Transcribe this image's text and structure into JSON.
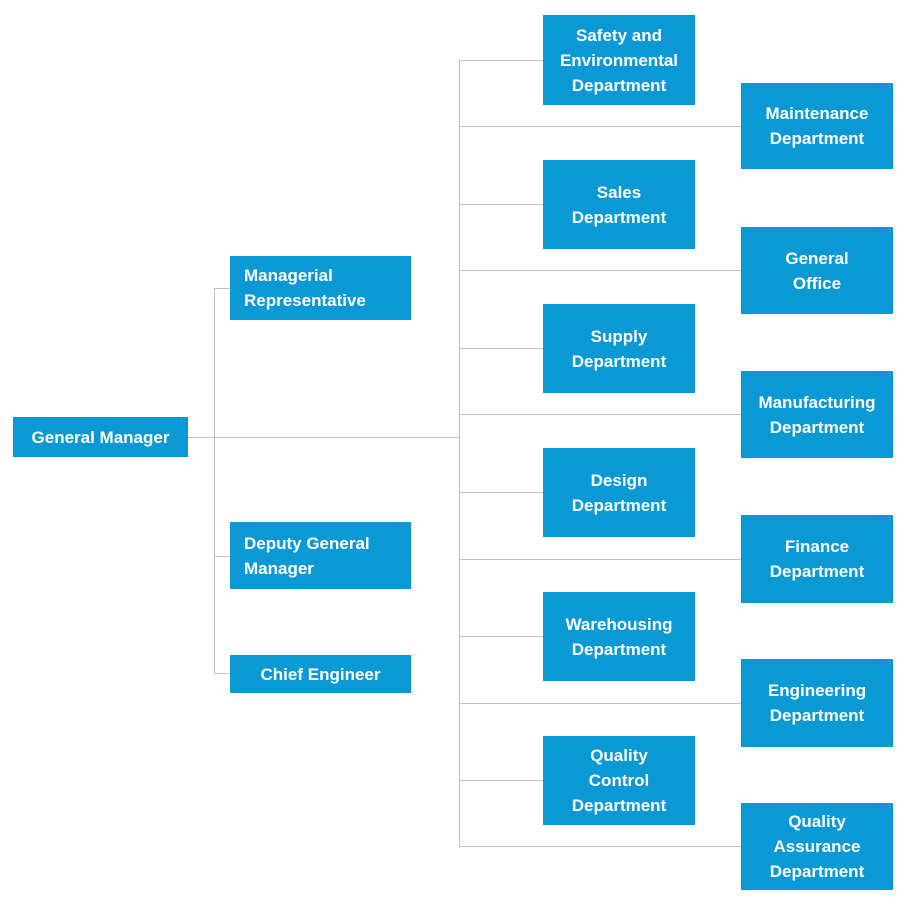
{
  "diagram": {
    "type": "organizational-chart",
    "colors": {
      "node-fill": "#0B99D6",
      "node-text": "#FFFFFF",
      "connector": "#C0C0C0",
      "background": "#FFFFFF"
    },
    "nodes": {
      "general_manager": {
        "label": "General Manager"
      },
      "managerial_representative": {
        "label": "Managerial\nRepresentative"
      },
      "deputy_general_manager": {
        "label": "Deputy General\nManager"
      },
      "chief_engineer": {
        "label": "Chief Engineer"
      },
      "safety_environmental": {
        "label": "Safety and\nEnvironmental\nDepartment"
      },
      "maintenance": {
        "label": "Maintenance\nDepartment"
      },
      "sales": {
        "label": "Sales\nDepartment"
      },
      "general_office": {
        "label": "General\nOffice"
      },
      "supply": {
        "label": "Supply\nDepartment"
      },
      "manufacturing": {
        "label": "Manufacturing\nDepartment"
      },
      "design": {
        "label": "Design\nDepartment"
      },
      "finance": {
        "label": "Finance\nDepartment"
      },
      "warehousing": {
        "label": "Warehousing\nDepartment"
      },
      "engineering": {
        "label": "Engineering\nDepartment"
      },
      "quality_control": {
        "label": "Quality\nControl\nDepartment"
      },
      "quality_assurance": {
        "label": "Quality\nAssurance\nDepartment"
      }
    },
    "structure": {
      "root": "General Manager",
      "staff_positions": [
        "Managerial Representative",
        "Deputy General Manager",
        "Chief Engineer"
      ],
      "departments": [
        "Safety and Environmental Department",
        "Maintenance Department",
        "Sales Department",
        "General Office",
        "Supply Department",
        "Manufacturing Department",
        "Design Department",
        "Finance Department",
        "Warehousing Department",
        "Engineering Department",
        "Quality Control Department",
        "Quality Assurance Department"
      ]
    }
  }
}
